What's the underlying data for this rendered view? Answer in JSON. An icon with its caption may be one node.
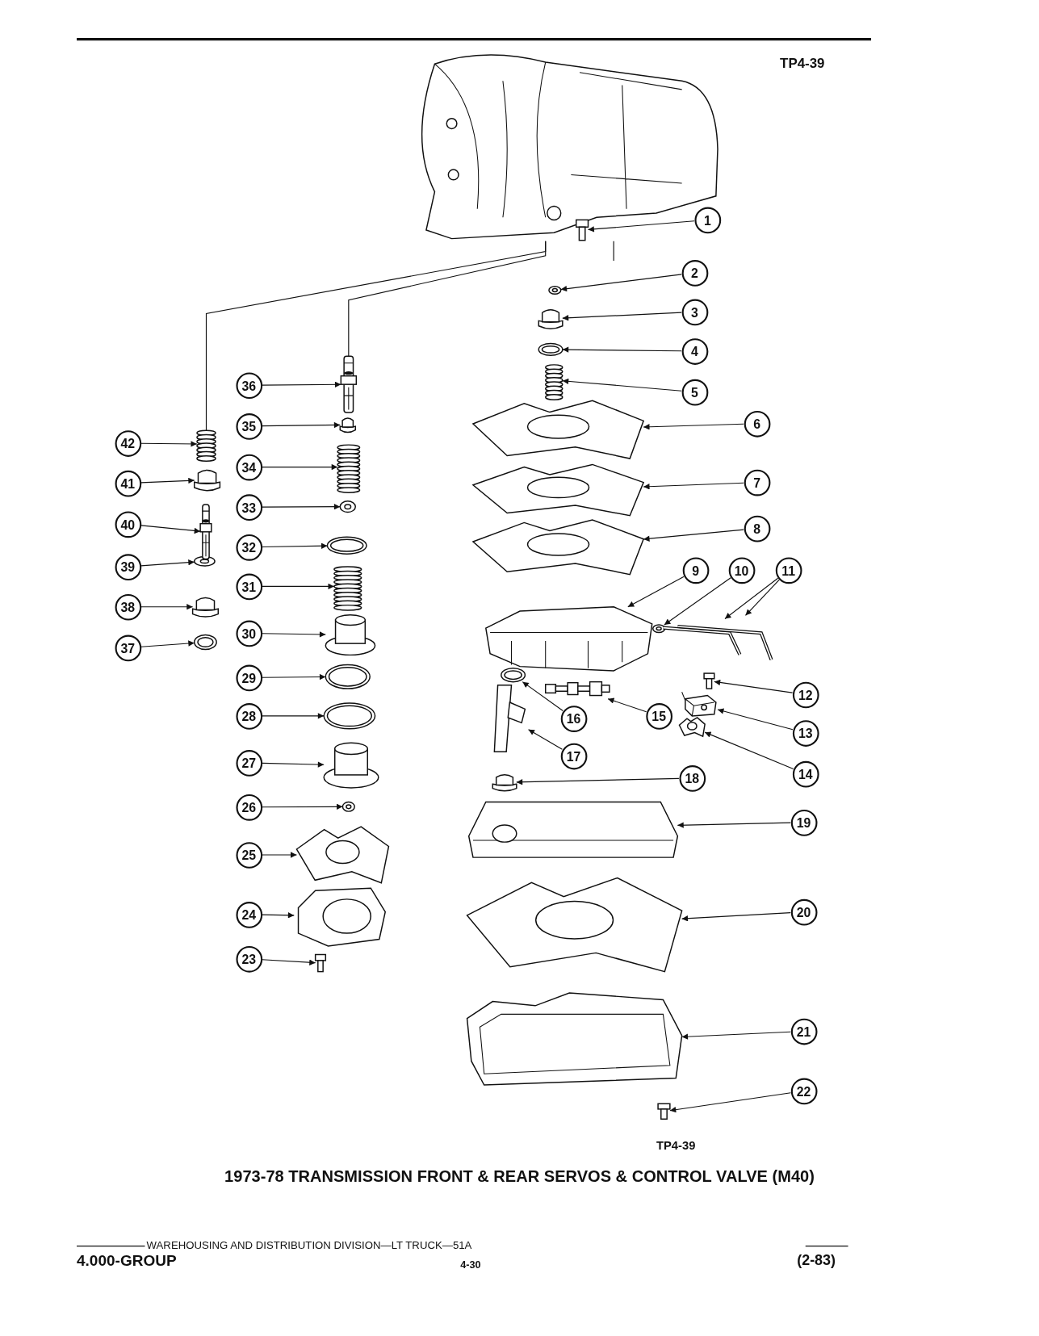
{
  "diagram": {
    "title": "1973-78 TRANSMISSION FRONT & REAR SERVOS & CONTROL VALVE (M40)",
    "nodes": [
      {
        "text": [],
        "shape": "picture"
      },
      {
        "text": [
          "1"
        ]
      },
      {
        "text": [
          "2"
        ]
      },
      {
        "text": [
          "3"
        ]
      },
      {
        "text": [
          "4"
        ]
      },
      {
        "text": [
          "5"
        ]
      },
      {
        "text": [
          "6"
        ]
      },
      {
        "text": [
          "7"
        ]
      },
      {
        "text": [
          "8"
        ]
      },
      {
        "text": [
          "9"
        ]
      },
      {
        "text": [
          "10"
        ]
      },
      {
        "text": [
          "11"
        ]
      },
      {
        "text": [
          "12"
        ]
      },
      {
        "text": [
          "13"
        ]
      },
      {
        "text": [
          "14"
        ]
      },
      {
        "text": [
          "15"
        ]
      },
      {
        "text": [
          "16"
        ]
      },
      {
        "text": [
          "17"
        ]
      },
      {
        "text": [
          "18"
        ]
      },
      {
        "text": [
          "19"
        ]
      },
      {
        "text": [
          "20"
        ]
      },
      {
        "text": [
          "21"
        ]
      },
      {
        "text": [
          "22"
        ]
      },
      {
        "text": [
          "23"
        ]
      },
      {
        "text": [
          "24"
        ]
      },
      {
        "text": [
          "25"
        ]
      },
      {
        "text": [
          "26"
        ]
      },
      {
        "text": [
          "27"
        ]
      },
      {
        "text": [
          "28"
        ]
      },
      {
        "text": [
          "29"
        ]
      },
      {
        "text": [
          "30"
        ]
      },
      {
        "text": [
          "31"
        ]
      },
      {
        "text": [
          "32"
        ]
      },
      {
        "text": [
          "33"
        ]
      },
      {
        "text": [
          "34"
        ]
      },
      {
        "text": [
          "35"
        ]
      },
      {
        "text": [
          "36"
        ]
      },
      {
        "text": [
          "37"
        ]
      },
      {
        "text": [
          "38"
        ]
      },
      {
        "text": [
          "39"
        ]
      },
      {
        "text": [
          "40"
        ]
      },
      {
        "text": [
          "41"
        ]
      },
      {
        "text": [
          "42"
        ]
      },
      {
        "text": [],
        "shape": "picture"
      },
      {
        "text": [],
        "shape": "picture"
      },
      {
        "text": [],
        "shape": "picture"
      },
      {
        "text": [],
        "shape": "picture"
      },
      {
        "text": [],
        "shape": "picture"
      },
      {
        "text": [],
        "shape": "picture"
      },
      {
        "text": [],
        "shape": "picture"
      },
      {
        "text": [],
        "shape": "picture"
      },
      {
        "text": [],
        "shape": "picture"
      },
      {
        "text": [],
        "shape": "picture"
      },
      {
        "text": [],
        "shape": "picture"
      },
      {
        "text": [],
        "shape": "picture"
      },
      {
        "text": [],
        "shape": "picture"
      },
      {
        "text": [],
        "shape": "picture"
      },
      {
        "text": [],
        "shape": "picture"
      },
      {
        "text": [],
        "shape": "picture"
      },
      {
        "text": [],
        "shape": "picture"
      },
      {
        "text": [],
        "shape": "picture"
      },
      {
        "text": [],
        "shape": "picture"
      },
      {
        "text": [],
        "shape": "picture"
      },
      {
        "text": [],
        "shape": "picture"
      },
      {
        "text": [],
        "shape": "picture"
      },
      {
        "text": [],
        "shape": "picture"
      },
      {
        "text": [],
        "shape": "picture"
      },
      {
        "text": [],
        "shape": "picture"
      },
      {
        "text": [],
        "shape": "picture"
      },
      {
        "text": [],
        "shape": "picture"
      },
      {
        "text": [],
        "shape": "picture"
      },
      {
        "text": [],
        "shape": "picture"
      },
      {
        "text": [],
        "shape": "picture"
      },
      {
        "text": [],
        "shape": "picture"
      },
      {
        "text": [],
        "shape": "picture"
      },
      {
        "text": [],
        "shape": "picture"
      },
      {
        "text": [],
        "shape": "picture"
      },
      {
        "text": [],
        "shape": "picture"
      },
      {
        "text": [],
        "shape": "picture"
      },
      {
        "text": [],
        "shape": "picture"
      },
      {
        "text": [],
        "shape": "picture"
      },
      {
        "text": [],
        "shape": "picture"
      },
      {
        "text": [],
        "shape": "picture"
      },
      {
        "text": [],
        "shape": "picture"
      },
      {
        "text": [],
        "shape": "picture"
      },
      {
        "text": [],
        "shape": "picture"
      }
    ],
    "edges": [
      {
        "from": 1,
        "to": 43,
        "arrow": "to"
      },
      {
        "from": 2,
        "to": 44,
        "arrow": "to"
      },
      {
        "from": 3,
        "to": 45,
        "arrow": "to"
      },
      {
        "from": 4,
        "to": 46,
        "arrow": "to"
      },
      {
        "from": 5,
        "to": 47,
        "arrow": "to"
      },
      {
        "from": 6,
        "to": 48,
        "arrow": "to"
      },
      {
        "from": 7,
        "to": 49,
        "arrow": "to"
      },
      {
        "from": 8,
        "to": 50,
        "arrow": "to"
      },
      {
        "from": 9,
        "to": 51,
        "arrow": "to"
      },
      {
        "from": 10,
        "to": 52,
        "arrow": "to"
      },
      {
        "from": 11,
        "to": 53,
        "arrow": "to"
      },
      {
        "from": 11,
        "to": 54,
        "arrow": "to"
      },
      {
        "from": 12,
        "to": 55,
        "arrow": "to"
      },
      {
        "from": 13,
        "to": 56,
        "arrow": "to"
      },
      {
        "from": 14,
        "to": 57,
        "arrow": "to"
      },
      {
        "from": 15,
        "to": 58,
        "arrow": "to"
      },
      {
        "from": 16,
        "to": 59,
        "arrow": "to"
      },
      {
        "from": 17,
        "to": 60,
        "arrow": "to"
      },
      {
        "from": 18,
        "to": 61,
        "arrow": "to"
      },
      {
        "from": 19,
        "to": 62,
        "arrow": "to"
      },
      {
        "from": 20,
        "to": 63,
        "arrow": "to"
      },
      {
        "from": 21,
        "to": 64,
        "arrow": "to"
      },
      {
        "from": 22,
        "to": 65,
        "arrow": "to"
      },
      {
        "from": 23,
        "to": 66,
        "arrow": "to"
      },
      {
        "from": 24,
        "to": 67,
        "arrow": "to"
      },
      {
        "from": 25,
        "to": 68,
        "arrow": "to"
      },
      {
        "from": 26,
        "to": 69,
        "arrow": "to"
      },
      {
        "from": 27,
        "to": 70,
        "arrow": "to"
      },
      {
        "from": 28,
        "to": 71,
        "arrow": "to"
      },
      {
        "from": 29,
        "to": 72,
        "arrow": "to"
      },
      {
        "from": 30,
        "to": 73,
        "arrow": "to"
      },
      {
        "from": 31,
        "to": 74,
        "arrow": "to"
      },
      {
        "from": 32,
        "to": 75,
        "arrow": "to"
      },
      {
        "from": 33,
        "to": 76,
        "arrow": "to"
      },
      {
        "from": 34,
        "to": 77,
        "arrow": "to"
      },
      {
        "from": 35,
        "to": 78,
        "arrow": "to"
      },
      {
        "from": 36,
        "to": 79,
        "arrow": "to"
      },
      {
        "from": 37,
        "to": 80,
        "arrow": "to"
      },
      {
        "from": 38,
        "to": 81,
        "arrow": "to"
      },
      {
        "from": 39,
        "to": 82,
        "arrow": "to"
      },
      {
        "from": 40,
        "to": 83,
        "arrow": "to"
      },
      {
        "from": 41,
        "to": 84,
        "arrow": "to"
      },
      {
        "from": 42,
        "to": 85,
        "arrow": "to"
      },
      {
        "from": 0,
        "to": 85,
        "arrow": "none"
      },
      {
        "from": 0,
        "to": 79,
        "arrow": "none"
      }
    ],
    "labels": [
      "TP4-39",
      "TP4-39",
      "WAREHOUSING AND DISTRIBUTION DIVISION—LT TRUCK—51A",
      "4.000-GROUP",
      "4-30",
      "(2-83)"
    ]
  }
}
